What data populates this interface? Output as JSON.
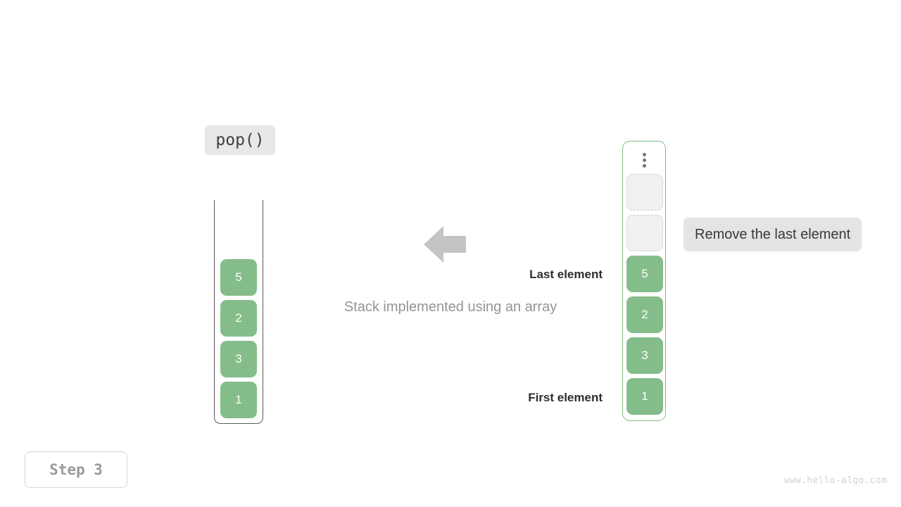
{
  "operation": {
    "label": "pop()"
  },
  "caption": "Stack implemented using an array",
  "left_stack": {
    "name": "stack-abstraction",
    "items": [
      "5",
      "2",
      "3",
      "1"
    ]
  },
  "right_stack": {
    "name": "array-implementation",
    "overflow_indicator": "vertical-ellipsis",
    "empty_slots": 2,
    "items": [
      "5",
      "2",
      "3",
      "1"
    ]
  },
  "annotations": {
    "last_element": "Last element",
    "first_element": "First element"
  },
  "tooltip": {
    "text": "Remove the last element"
  },
  "arrow": {
    "direction": "left",
    "icon": "arrow-left-icon"
  },
  "step_badge": {
    "text": "Step 3"
  },
  "watermark": {
    "text": "www.hello-algo.com"
  },
  "colors": {
    "element_green": "#85bd8a",
    "container_green_border": "#7dbd83",
    "container_gray_border": "#5a5a5a",
    "label_bg": "#e8e8e8",
    "tooltip_bg": "#e4e4e4",
    "empty_slot_bg": "#f1f1f1",
    "empty_slot_border": "#cfcfcf",
    "arrow_gray": "#c4c4c4",
    "caption_gray": "#949494",
    "watermark_gray": "#d2d2d2"
  }
}
